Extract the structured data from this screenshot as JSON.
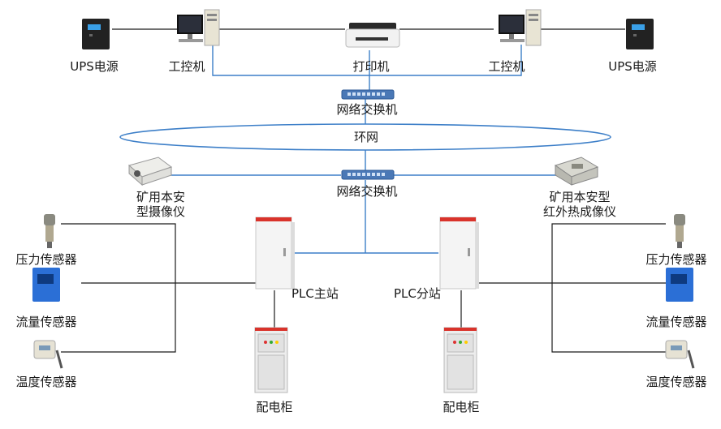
{
  "colors": {
    "blue_line": "#3d7fc8",
    "black_line": "#1a1a1a",
    "ring": "#3d7fc8",
    "cabinet_red": "#d9332b",
    "sensor_blue": "#2b6fd6"
  },
  "top": {
    "ups_left": "UPS电源",
    "ipc_left": "工控机",
    "printer": "打印机",
    "ipc_right": "工控机",
    "ups_right": "UPS电源",
    "switch_top": "网络交换机"
  },
  "ring": {
    "label": "环网"
  },
  "middle": {
    "camera_left_line1": "矿用本安",
    "camera_left_line2": "型摄像仪",
    "switch_mid": "网络交换机",
    "camera_right_line1": "矿用本安型",
    "camera_right_line2": "红外热成像仪"
  },
  "plc": {
    "main": "PLC主站",
    "sub": "PLC分站",
    "cabinet_left": "配电柜",
    "cabinet_right": "配电柜"
  },
  "sensors": {
    "left": [
      "压力传感器",
      "流量传感器",
      "温度传感器"
    ],
    "right": [
      "压力传感器",
      "流量传感器",
      "温度传感器"
    ]
  },
  "icons": [
    "ups-icon",
    "computer-icon",
    "printer-icon",
    "switch-icon",
    "camera-icon",
    "thermal-camera-icon",
    "plc-cabinet-icon",
    "distribution-cabinet-icon",
    "pressure-sensor-icon",
    "flow-sensor-icon",
    "temperature-sensor-icon"
  ]
}
